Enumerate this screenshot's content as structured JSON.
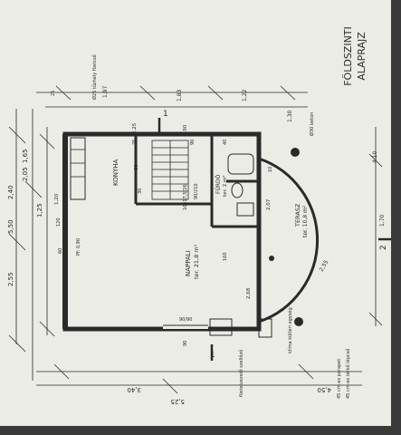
{
  "title": {
    "line1": "FÖLDSZINTI",
    "line2": "ALAPRAJZ"
  },
  "rooms": [
    {
      "name": "KONYHA",
      "area": ""
    },
    {
      "name": "NAPPALI",
      "area": "ter. 21,8 m²"
    },
    {
      "name": "TERASZ",
      "area": "ter. 10,8 m²"
    },
    {
      "name": "FÜRDŐ",
      "area": "ter. 2 m²"
    }
  ],
  "dimensions": {
    "top_row": [
      "2,55",
      "2,40",
      "5,50"
    ],
    "top_row2": [
      "1,65",
      "2,05",
      "1,25"
    ],
    "bottom": [
      "3,40",
      "5,25",
      "4,50"
    ],
    "right_top": [
      "1,83",
      "1,22",
      "1,97",
      "1,30"
    ],
    "middle": [
      "2,25",
      "0,90",
      "1,20",
      "2,68",
      "2,07",
      "1,70",
      "4,10",
      "2,55"
    ],
    "small": [
      "25",
      "90",
      "60",
      "30",
      "40",
      "10",
      "25",
      "120",
      "60",
      "90",
      "160"
    ]
  },
  "annotations": {
    "pillar_top": "Ø30 beton",
    "chimney": "Ø25 tűzhely füstcső",
    "window_nappali": "90/90",
    "door_label": "90/210",
    "parapet": "Pf: 0,90",
    "stair_label": "16x17,5/26",
    "terrace_note": "45 cm-es parapet",
    "section_mark": "1",
    "section_mark_side": "2",
    "outdoor_unit": "klíma kültéri egység",
    "entry_note": "füstelvezető szellőző",
    "bottom_note": "45 cm-es térkő lépcső"
  },
  "colors": {
    "paper": "#ecece6",
    "ink": "#2a2a2a",
    "grey_ink": "#6f6f6f"
  }
}
